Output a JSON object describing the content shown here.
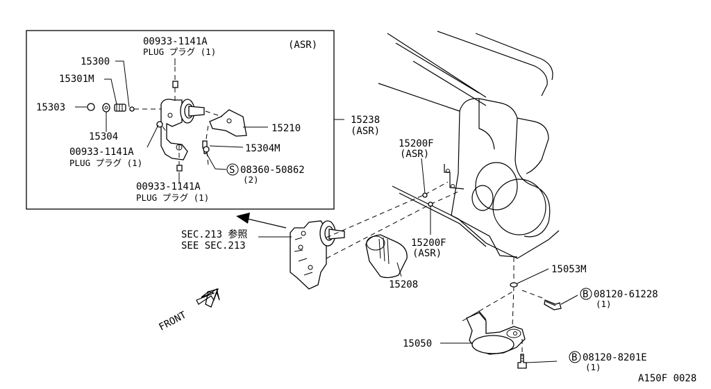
{
  "inset": {
    "asr_tag": "(ASR)",
    "plug_top_code": "00933-1141A",
    "plug_top_name": "PLUG プラグ (1)",
    "p15300": "15300",
    "p15301m": "15301M",
    "p15303": "15303",
    "p15304": "15304",
    "plug_left_code": "00933-1141A",
    "plug_left_name": "PLUG プラグ (1)",
    "plug_bottom_code": "00933-1141A",
    "plug_bottom_name": "PLUG プラグ (1)",
    "p15210": "15210",
    "p15304m": "15304M",
    "screw_code": "08360-50862",
    "screw_qty": "(2)",
    "screw_marker": "S"
  },
  "main": {
    "p15238": "15238",
    "p15238_asr": "(ASR)",
    "p15200f_top": "15200F",
    "p15200f_top_asr": "(ASR)",
    "sec_ref_jp": "SEC.213 参照",
    "sec_ref_en": "SEE SEC.213",
    "p15200f_mid": "15200F",
    "p15200f_mid_asr": "(ASR)",
    "p15208": "15208",
    "p15053m": "15053M",
    "bolt1_marker": "B",
    "bolt1_code": "08120-61228",
    "bolt1_qty": "(1)",
    "p15050": "15050",
    "bolt2_marker": "B",
    "bolt2_code": "08120-8201E",
    "bolt2_qty": "(1)",
    "front_label": "FRONT",
    "figure_code": "A150F 0028"
  }
}
